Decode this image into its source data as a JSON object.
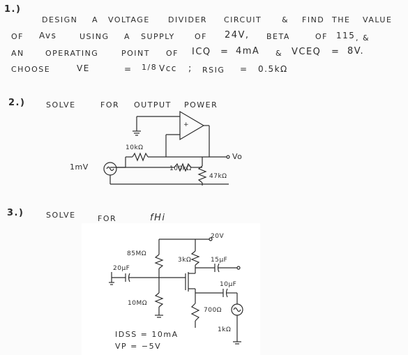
{
  "problem1": {
    "number": "1.)",
    "line1": [
      "DESIGN",
      "A",
      "VOLTAGE",
      "DIVIDER",
      "CIRCUIT",
      "&",
      "FIND",
      "THE",
      "VALUE"
    ],
    "line2": [
      "OF",
      "Avs",
      "USING",
      "A",
      "SUPPLY",
      "OF",
      "24V,",
      "BETA",
      "OF",
      "115",
      ", &"
    ],
    "line3": [
      "AN",
      "OPERATING",
      "POINT",
      "OF",
      "ICQ",
      "=",
      "4mA",
      "&",
      "VCEQ",
      "=",
      "8V."
    ],
    "line4": [
      "CHOOSE",
      "VE",
      "=",
      "1/8",
      "Vcc",
      ";",
      "RSIG",
      "=",
      "0.5kΩ"
    ]
  },
  "problem2": {
    "number": "2.)",
    "title": [
      "SOLVE",
      "FOR",
      "OUTPUT",
      "POWER"
    ],
    "circuit": {
      "r_feedback": "10kΩ",
      "source": "1mV",
      "r_in": "100kΩ",
      "r_load": "47kΩ",
      "output": "Vo",
      "opamp_plus": "+"
    }
  },
  "problem3": {
    "number": "3.)",
    "title": [
      "SOLVE",
      "FOR",
      "fHi"
    ],
    "circuit": {
      "supply": "20V",
      "r1": "85MΩ",
      "rd": "3kΩ",
      "c_out": "15μF",
      "c_in": "20μF",
      "r2": "10MΩ",
      "c_s": "10μF",
      "r_sig": "700Ω",
      "r_s": "1kΩ"
    },
    "idss": "IDSS = 10mA",
    "vp": "VP = −5V"
  }
}
